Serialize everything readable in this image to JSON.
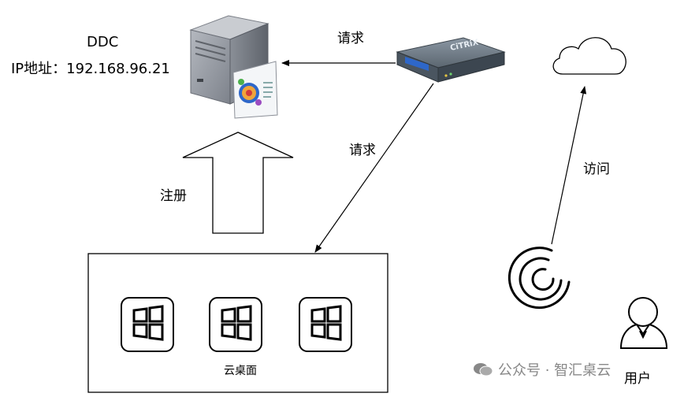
{
  "ddc": {
    "name": "DDC",
    "ip": "IP地址：192.168.96.21"
  },
  "arrows": {
    "request_top": "请求",
    "request_diag": "请求",
    "register": "注册",
    "access": "访问"
  },
  "vendor_brand": "CiTRiX",
  "desktop_group": {
    "label": "云桌面",
    "icons": [
      "windows-logo-icon",
      "windows-logo-icon",
      "windows-logo-icon"
    ]
  },
  "user": {
    "label": "用户"
  },
  "watermark": {
    "text": "公众号 · 智汇桌云"
  },
  "colors": {
    "stroke": "#000000",
    "server_body": "#9a9ea6",
    "server_dark": "#6f737c",
    "appliance": "#4a5560",
    "screen": "#2e67c9"
  }
}
